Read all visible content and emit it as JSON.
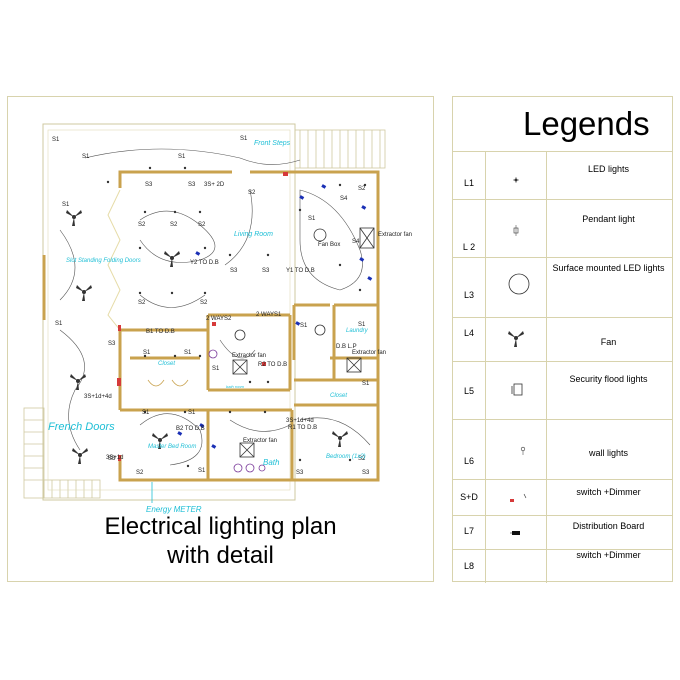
{
  "caption": {
    "line1": "Electrical lighting plan",
    "line2": "with detail"
  },
  "legend": {
    "title": "Legends",
    "items": [
      {
        "code": "L1",
        "desc": "LED lights",
        "icon": "led-light-icon"
      },
      {
        "code": "L 2",
        "desc": "Pendant light",
        "icon": "pendant-light-icon"
      },
      {
        "code": "L3",
        "desc": "Surface mounted LED lights",
        "icon": "surface-led-icon"
      },
      {
        "code": "L4",
        "desc": "Fan",
        "icon": "fan-icon"
      },
      {
        "code": "L5",
        "desc": "Security flood lights",
        "icon": "flood-light-icon"
      },
      {
        "code": "L6",
        "desc": "wall lights",
        "icon": "wall-light-icon"
      },
      {
        "code": "S+D",
        "desc": "switch +Dimmer",
        "icon": "switch-dimmer-icon"
      },
      {
        "code": "L7",
        "desc": "Distribution Board",
        "icon": "distribution-board-icon"
      },
      {
        "code": "L8",
        "desc": "switch +Dimmer",
        "icon": ""
      }
    ]
  },
  "plan": {
    "rooms": {
      "front_steps": "Front Steps",
      "living_room": "Living Room",
      "folding_doors": "Slot Standing Folding Doors",
      "french_doors": "French Doors",
      "master_bed": "Master Bed Room",
      "closet_1": "Closet",
      "closet_2": "Closet",
      "bath": "Bath",
      "laundry": "Laundry",
      "bedroom_2": "Bedroom (1x2)",
      "energy_meter": "Energy METER",
      "bath_small": "bath room"
    },
    "notes": {
      "fan_box": "Fan Box",
      "extractor_1": "Extractor fan",
      "extractor_2": "Extractor fan",
      "extractor_3": "Extractor fan",
      "extractor_4": "Extractor fan",
      "y2_to_db": "Y2 TO D.B",
      "y1_to_db": "Y1 TO D.B",
      "b1_to_db": "B1 TO D.B",
      "b2_to_db": "B2 TO D.B",
      "r2_to_db": "R2 TO D.B",
      "r1_to_db": "R1 TO D.B",
      "two_ways_1": "2 WAYS2",
      "two_ways_2": "2 WAYS1",
      "db_lp": "D.B L.P",
      "three_s_1": "3S+1d+4d",
      "three_s_2": "3S+1d+4d",
      "three_s_3": "3S+ 2D",
      "three_s_4": "3S+1d"
    },
    "switch_label": "S1",
    "switch_label_2": "S2",
    "switch_label_3": "S3",
    "switch_label_4": "S4"
  }
}
